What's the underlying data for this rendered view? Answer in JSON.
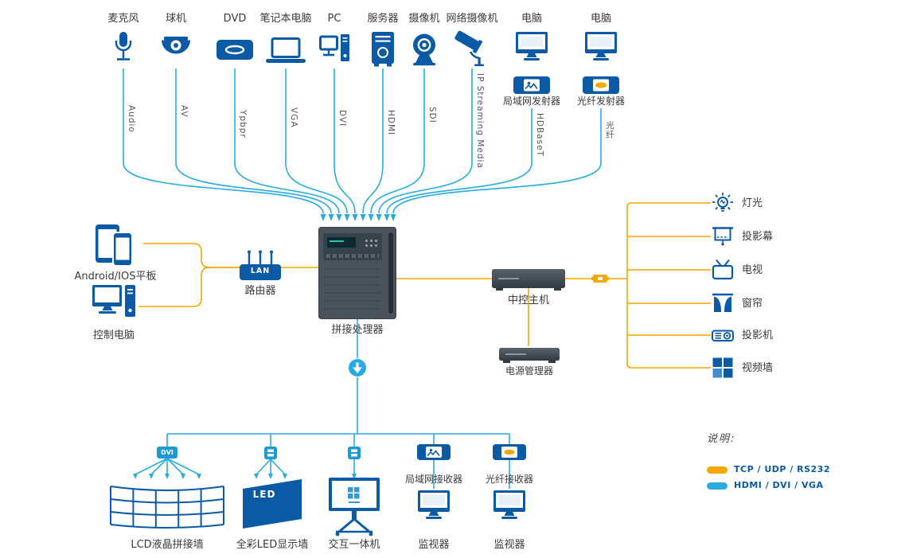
{
  "colors": {
    "device_blue": "#0a5aa5",
    "signal_line_blue": "#29abe2",
    "control_line_orange": "#f5a700",
    "chassis_dark": "#4a535b"
  },
  "icons": [
    "microphone-icon",
    "dome-camera-icon",
    "dvd-player-icon",
    "laptop-icon",
    "pc-icon",
    "server-icon",
    "webcam-icon",
    "cctv-camera-icon",
    "monitor-icon",
    "lan-transmitter-icon",
    "fiber-transmitter-icon",
    "tablet-phone-icon",
    "desktop-pc-icon",
    "router-icon",
    "fiber-coupler-icon",
    "down-arrow-icon",
    "light-icon",
    "projection-screen-icon",
    "tv-icon",
    "curtain-icon",
    "projector-icon",
    "video-wall-icon",
    "lcd-wall-icon",
    "led-wall-icon",
    "touch-machine-icon",
    "splitter-icon",
    "lan-receiver-icon",
    "fiber-receiver-icon"
  ],
  "top_devices": [
    {
      "label": "麦克风",
      "signal": "Audio"
    },
    {
      "label": "球机",
      "signal": "AV"
    },
    {
      "label": "DVD",
      "signal": "Ypbpr"
    },
    {
      "label": "笔记本电脑",
      "signal": "VGA"
    },
    {
      "label": "PC",
      "signal": "DVI"
    },
    {
      "label": "服务器",
      "signal": "HDMI"
    },
    {
      "label": "摄像机",
      "signal": "SDI"
    },
    {
      "label": "网络摄像机",
      "signal": "IP Streaming Media"
    },
    {
      "label": "电脑",
      "signal": "HDBaseT",
      "adapter": "局域网发射器"
    },
    {
      "label": "电脑",
      "signal": "光纤",
      "adapter": "光纤发射器"
    }
  ],
  "left": {
    "tablet_label": "Android/IOS平板",
    "pc_label": "控制电脑",
    "router_label": "路由器",
    "router_badge": "LAN"
  },
  "center": {
    "processor_label": "拼接处理器",
    "host_label": "中控主机",
    "power_label": "电源管理器"
  },
  "right_outputs": [
    {
      "label": "灯光"
    },
    {
      "label": "投影幕"
    },
    {
      "label": "电视"
    },
    {
      "label": "窗帘"
    },
    {
      "label": "投影机"
    },
    {
      "label": "视频墙"
    }
  ],
  "bottom": {
    "dvi_badge": "DVI",
    "lcd_label": "LCD液晶拼接墙",
    "led_label": "全彩LED显示墙",
    "led_text": "LED",
    "touch_label": "交互一体机",
    "lan_rx_label": "局域网接收器",
    "fiber_rx_label": "光纤接收器",
    "monitor1_label": "监视器",
    "monitor2_label": "监视器"
  },
  "legend": {
    "title": "说明:",
    "items": [
      {
        "label": "TCP / UDP / RS232",
        "color": "#f5a700"
      },
      {
        "label": "HDMI / DVI / VGA",
        "color": "#29abe2"
      }
    ]
  }
}
